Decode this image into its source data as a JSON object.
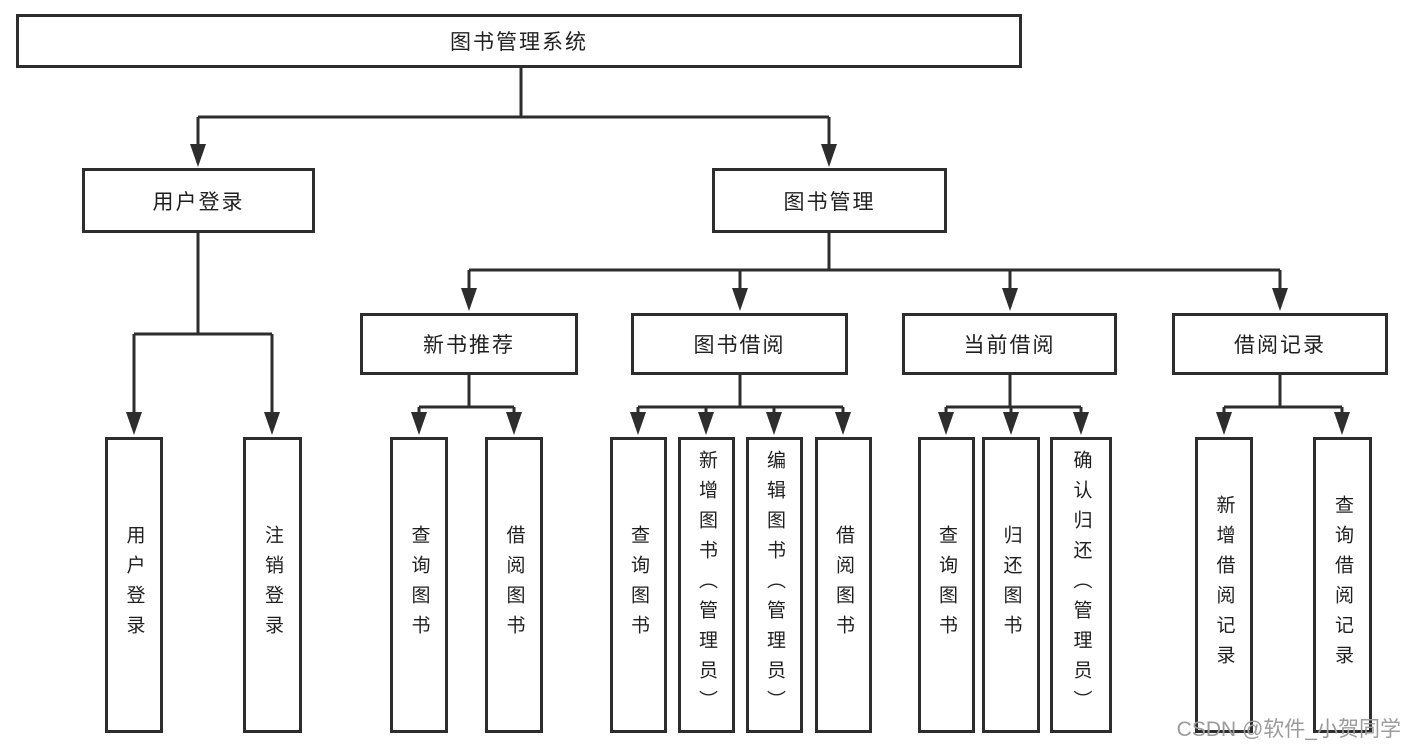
{
  "diagram": {
    "type": "tree",
    "root": {
      "label": "图书管理系统",
      "children": [
        {
          "label": "用户登录",
          "children": [
            {
              "label": "用户登录"
            },
            {
              "label": "注销登录"
            }
          ]
        },
        {
          "label": "图书管理",
          "children": [
            {
              "label": "新书推荐",
              "children": [
                {
                  "label": "查询图书"
                },
                {
                  "label": "借阅图书"
                }
              ]
            },
            {
              "label": "图书借阅",
              "children": [
                {
                  "label": "查询图书"
                },
                {
                  "label": "新增图书（管理员）"
                },
                {
                  "label": "编辑图书（管理员）"
                },
                {
                  "label": "借阅图书"
                }
              ]
            },
            {
              "label": "当前借阅",
              "children": [
                {
                  "label": "查询图书"
                },
                {
                  "label": "归还图书"
                },
                {
                  "label": "确认归还（管理员）"
                }
              ]
            },
            {
              "label": "借阅记录",
              "children": [
                {
                  "label": "新增借阅记录"
                },
                {
                  "label": "查询借阅记录"
                }
              ]
            }
          ]
        }
      ]
    }
  },
  "watermark": {
    "text": "CSDN @软件_小贺同学",
    "color": "#9b9b9b"
  },
  "colors": {
    "line": "#2d2d2d",
    "text": "#1f1f1f",
    "background": "#ffffff"
  }
}
